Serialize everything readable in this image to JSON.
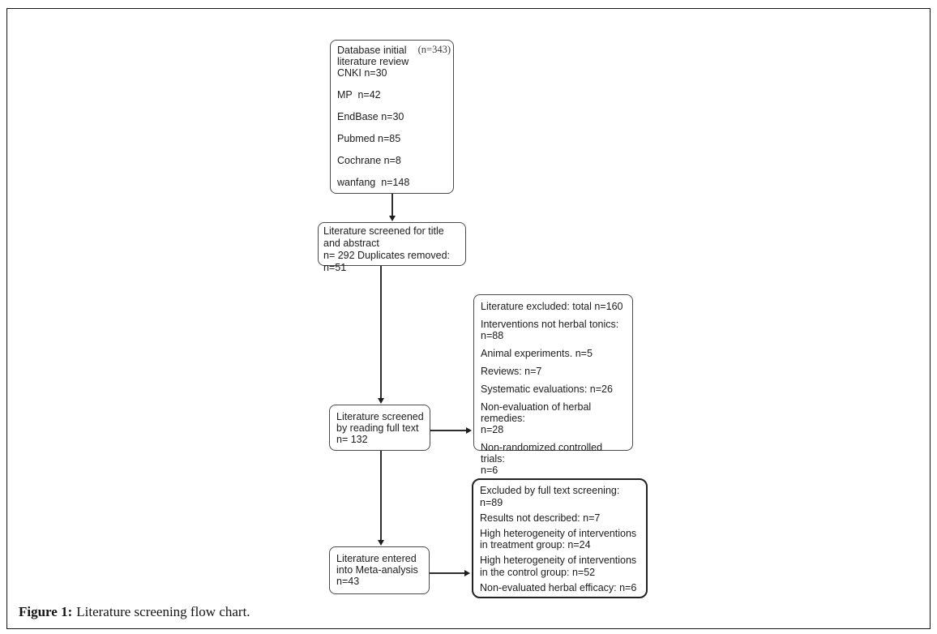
{
  "caption": {
    "label": "Figure 1:",
    "text": "Literature screening flow chart."
  },
  "flowchart": {
    "database_box": {
      "title": "Database initial\nliterature review",
      "total": "(n=343)",
      "sources": [
        "CNKI n=30",
        "MP  n=42",
        "EndBase n=30",
        "Pubmed n=85",
        "Cochrane n=8",
        "wanfang  n=148"
      ]
    },
    "title_abstract_box": {
      "title": "Literature screened for title\nand abstract",
      "stats": "n= 292 Duplicates removed: n=51"
    },
    "full_text_box": {
      "title": "Literature screened\nby reading full text",
      "stats": "n= 132"
    },
    "meta_analysis_box": {
      "title": "Literature entered\ninto Meta-analysis",
      "stats": "n=43"
    },
    "excluded_title_abstract_box": {
      "items": [
        "Literature excluded: total n=160",
        "Interventions not herbal tonics:\nn=88",
        "Animal experiments. n=5",
        "Reviews: n=7",
        "Systematic evaluations: n=26",
        "Non-evaluation of herbal remedies:\nn=28",
        "Non-randomized controlled trials:\nn=6"
      ]
    },
    "excluded_full_text_box": {
      "items": [
        "Excluded by full text screening:\nn=89",
        "Results not described: n=7",
        "High heterogeneity of interventions\nin treatment group: n=24",
        "High heterogeneity of interventions\nin the control group: n=52",
        "Non-evaluated herbal efficacy: n=6"
      ]
    }
  }
}
